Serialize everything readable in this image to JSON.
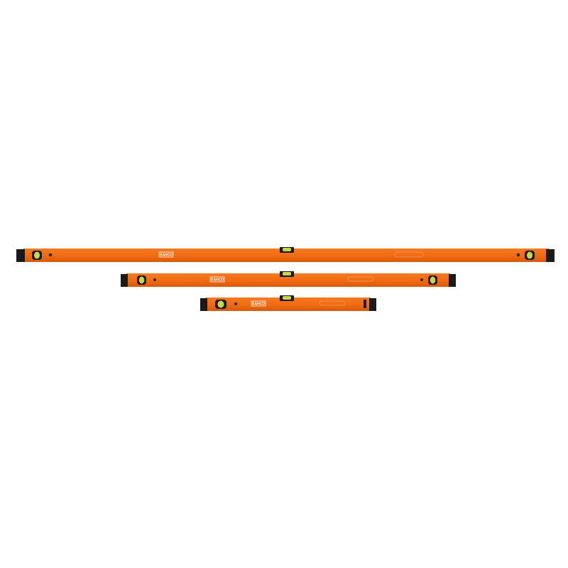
{
  "product": {
    "brand_text": "BAHCO",
    "body_color": "#f26c12",
    "body_shade_color": "#d9580a",
    "end_cap_color": "#1a1a1a",
    "vial_color": "#9acd32",
    "levels": [
      {
        "name": "long-level"
      },
      {
        "name": "medium-level"
      },
      {
        "name": "short-level"
      }
    ]
  }
}
